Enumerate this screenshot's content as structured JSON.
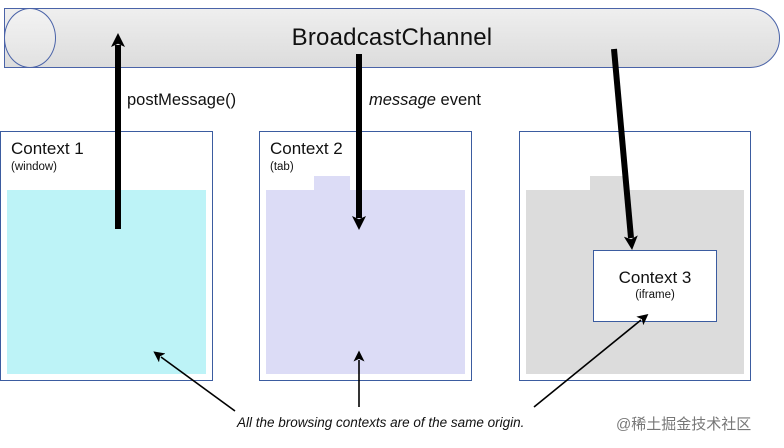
{
  "diagram": {
    "channel": {
      "title": "BroadcastChannel",
      "shape": "cylinder",
      "border_color": "#3b5ca0",
      "fill_color": "#e6e6e6"
    },
    "arrow_labels": {
      "post_message": "postMessage()",
      "message_event_italic": "message",
      "message_event_rest": " event"
    },
    "contexts": [
      {
        "name": "Context 1",
        "kind": "(window)",
        "fill_color": "#bdf3f7",
        "border_color": "#3b5ca0"
      },
      {
        "name": "Context 2",
        "kind": "(tab)",
        "fill_color": "#dcdcf6",
        "border_color": "#3b5ca0"
      },
      {
        "name": "",
        "kind": "",
        "fill_color": "#dcdcdc",
        "border_color": "#3b5ca0"
      }
    ],
    "nested_context": {
      "name": "Context 3",
      "kind": "(iframe)",
      "fill_color": "#ffffff",
      "border_color": "#3b5ca0"
    },
    "caption": "All the browsing contexts are of the same origin.",
    "watermark": "@稀土掘金技术社区"
  }
}
